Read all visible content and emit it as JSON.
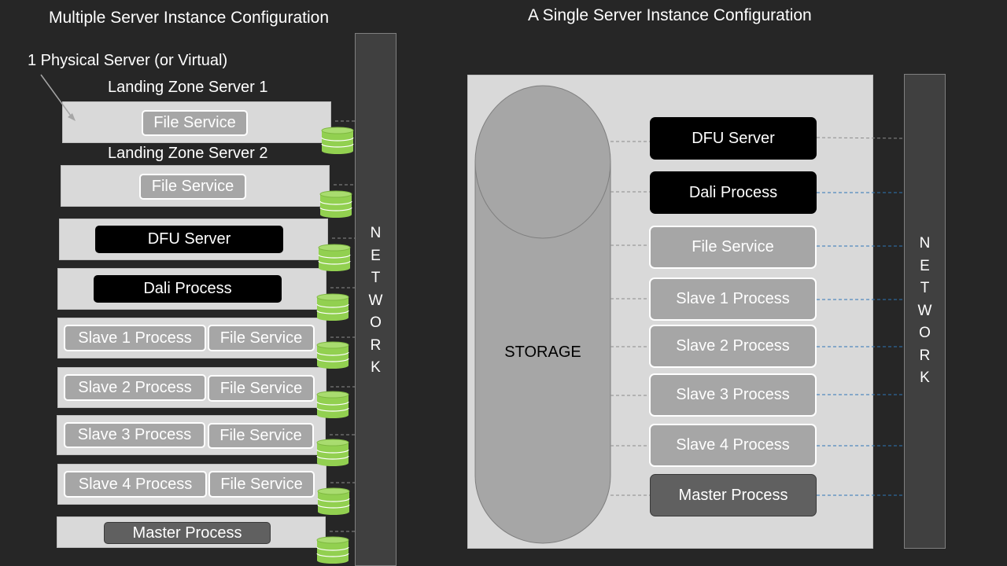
{
  "left": {
    "title": "Multiple Server Instance Configuration",
    "physical_label": "1 Physical Server (or Virtual)",
    "lz1_label": "Landing Zone Server 1",
    "lz2_label": "Landing Zone Server 2",
    "lz1_file": "File Service",
    "lz2_file": "File Service",
    "dfu": "DFU Server",
    "dali": "Dali Process",
    "slaves": [
      {
        "process": "Slave 1 Process",
        "file": "File Service"
      },
      {
        "process": "Slave 2 Process",
        "file": "File Service"
      },
      {
        "process": "Slave 3 Process",
        "file": "File Service"
      },
      {
        "process": "Slave 4 Process",
        "file": "File Service"
      }
    ],
    "master": "Master Process",
    "network": [
      "N",
      "E",
      "T",
      "W",
      "O",
      "R",
      "K"
    ]
  },
  "right": {
    "title": "A Single Server Instance Configuration",
    "storage": "STORAGE",
    "dfu": "DFU Server",
    "dali": "Dali Process",
    "file": "File Service",
    "slaves": [
      "Slave 1 Process",
      "Slave 2 Process",
      "Slave 3 Process",
      "Slave 4 Process"
    ],
    "master": "Master Process",
    "network": [
      "N",
      "E",
      "T",
      "W",
      "O",
      "R",
      "K"
    ]
  },
  "colors": {
    "background": "#262626",
    "server_box": "#d9d9d9",
    "grey_button": "#a6a6a6",
    "disk_green": "#92d050",
    "network_bar": "#404040",
    "link_blue": "#2e75b6"
  }
}
